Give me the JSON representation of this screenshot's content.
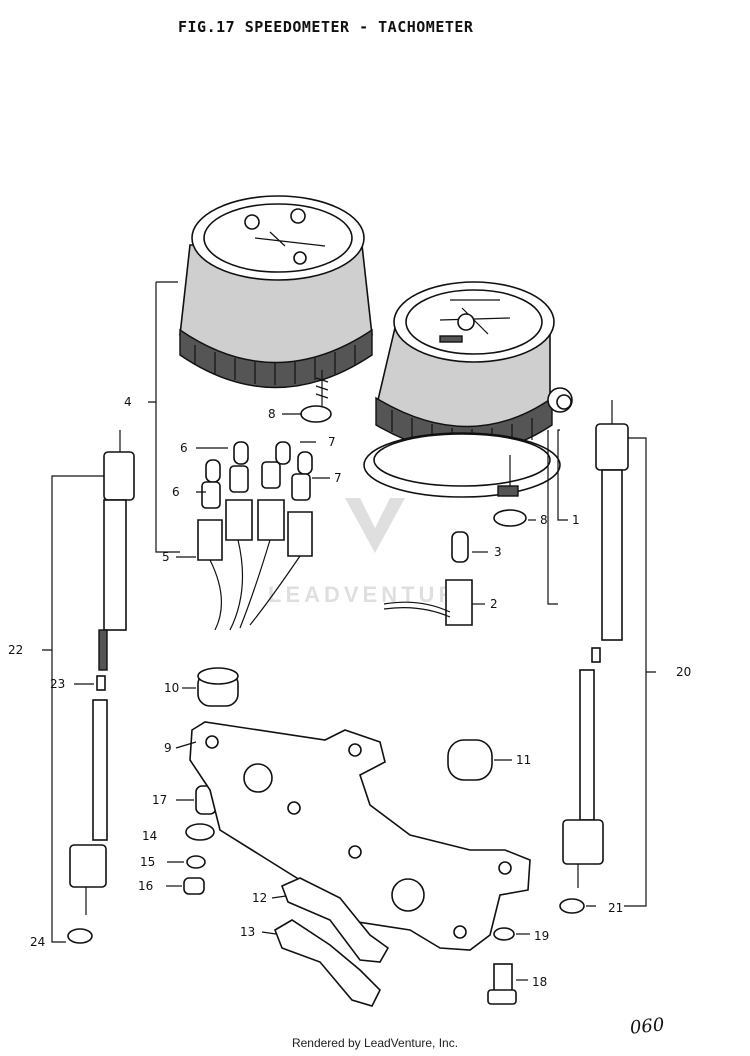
{
  "title": "FIG.17  SPEEDOMETER - TACHOMETER",
  "footer": "Rendered by LeadVenture, Inc.",
  "page_number": "060",
  "watermark": "LEADVENTURE",
  "callouts": [
    "1",
    "2",
    "3",
    "4",
    "5",
    "6",
    "6",
    "7",
    "7",
    "8",
    "8",
    "9",
    "10",
    "11",
    "12",
    "13",
    "14",
    "15",
    "16",
    "17",
    "18",
    "19",
    "20",
    "21",
    "22",
    "23",
    "24"
  ]
}
